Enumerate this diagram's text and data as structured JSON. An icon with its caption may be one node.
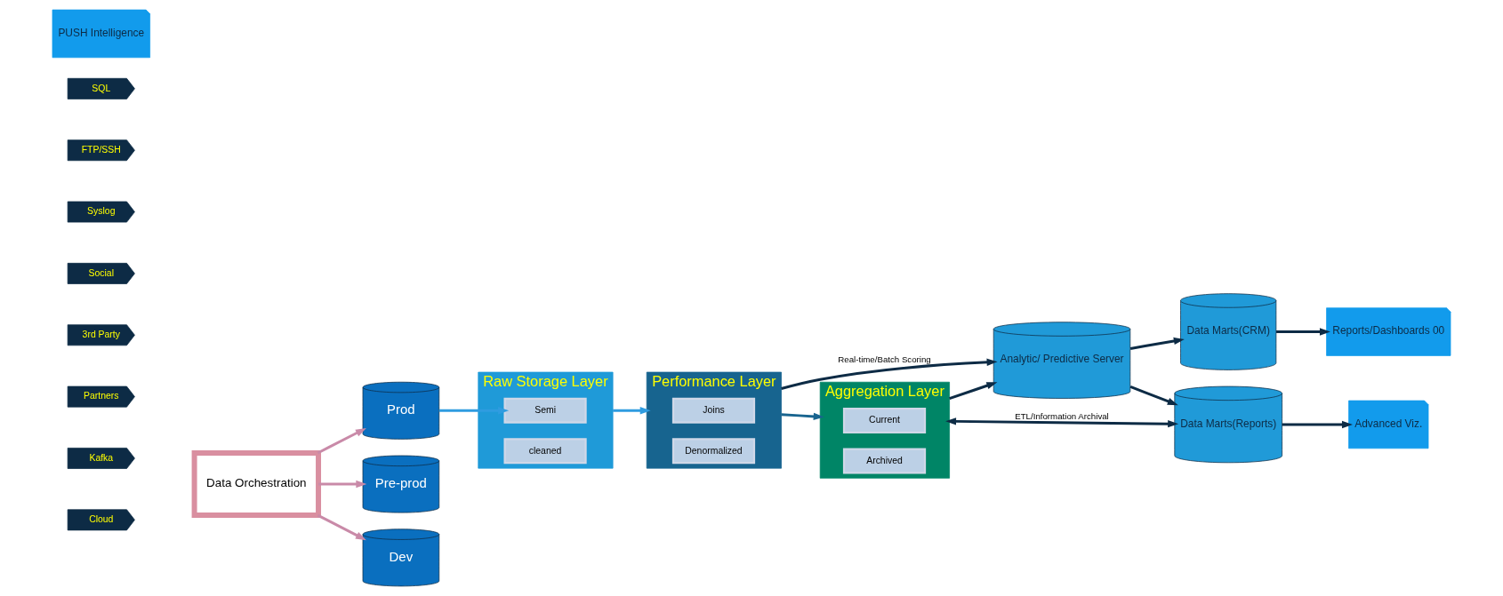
{
  "diagram": {
    "nodes": [
      {
        "text": [
          "SQL"
        ]
      },
      {
        "text": [
          "FTP/SSH"
        ]
      },
      {
        "text": [
          "Syslog"
        ]
      },
      {
        "text": [
          "Social"
        ]
      },
      {
        "text": [
          "3rd Party"
        ]
      },
      {
        "text": [
          "Partners"
        ]
      },
      {
        "text": [
          "Kafka"
        ]
      },
      {
        "text": [
          "Cloud"
        ]
      },
      {
        "text": [
          "Data Orchestration"
        ]
      },
      {
        "text": [
          "Prod"
        ]
      },
      {
        "text": [
          "Pre-prod"
        ]
      },
      {
        "text": [
          "Dev"
        ]
      },
      {
        "text": [
          "Raw Storage Layer"
        ]
      },
      {
        "text": [
          "Semi"
        ],
        "in": 12
      },
      {
        "text": [
          "cleaned"
        ],
        "in": 12
      },
      {
        "text": [
          "Performance Layer"
        ]
      },
      {
        "text": [
          "Joins"
        ],
        "in": 15
      },
      {
        "text": [
          "Denormalized"
        ],
        "in": 15
      },
      {
        "text": [
          "Aggregation Layer"
        ]
      },
      {
        "text": [
          "Current"
        ],
        "in": 18
      },
      {
        "text": [
          "Archived"
        ],
        "in": 18
      },
      {
        "text": [
          "Data Marts(CRM)"
        ]
      },
      {
        "text": [
          "Analytic/ Predictive Server"
        ]
      },
      {
        "text": [
          "Data Marts(Reports)"
        ]
      },
      {
        "text": [
          "Reports/Dashboards 00"
        ]
      },
      {
        "text": [
          "PUSH Intelligence"
        ]
      },
      {
        "text": [
          "Advanced Viz."
        ]
      }
    ],
    "edges": [
      {
        "from": 8,
        "to": 9,
        "arrow": "to",
        "color": "#c98aa8"
      },
      {
        "from": 8,
        "to": 10,
        "arrow": "to",
        "color": "#c98aa8"
      },
      {
        "from": 8,
        "to": 11,
        "arrow": "to",
        "color": "#c98aa8"
      },
      {
        "from": 9,
        "to": 13,
        "arrow": "to",
        "color": "#2f9ce0"
      },
      {
        "from": 12,
        "to": 15,
        "arrow": "to",
        "color": "#2f9ce0"
      },
      {
        "from": 15,
        "to": 18,
        "arrow": "to",
        "color": "#18648f"
      },
      {
        "from": 15,
        "to": 22,
        "arrow": "to",
        "label": "Real-time/Batch Scoring"
      },
      {
        "from": 18,
        "to": 22,
        "arrow": "to"
      },
      {
        "from": 18,
        "to": 23,
        "arrow": "both",
        "label": "ETL/Information Archival"
      },
      {
        "from": 22,
        "to": 21,
        "arrow": "to"
      },
      {
        "from": 22,
        "to": 23,
        "arrow": "to"
      },
      {
        "from": 21,
        "to": 24,
        "arrow": "to"
      },
      {
        "from": 23,
        "to": 26,
        "arrow": "to"
      }
    ]
  }
}
